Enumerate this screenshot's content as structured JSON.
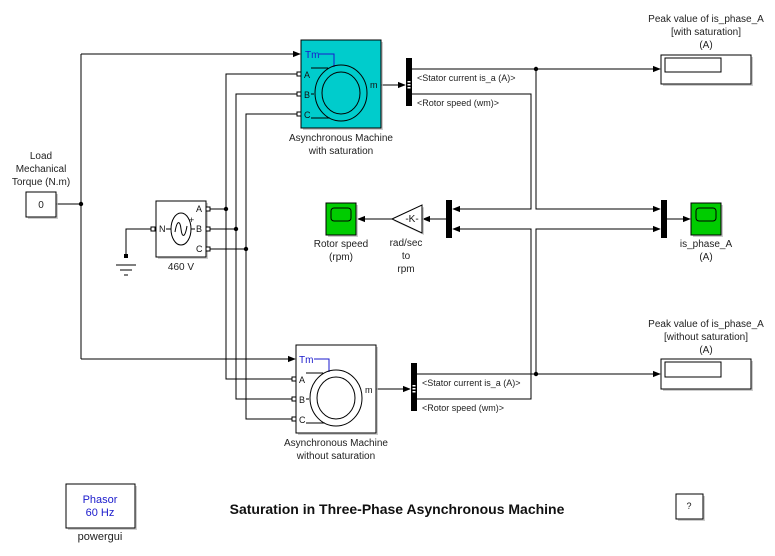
{
  "title": "Saturation in Three-Phase Asynchronous Machine",
  "colors": {
    "machine_with_saturation": "#00cccc",
    "scope": "#00cc00",
    "port_label_blue": "#1a1acc"
  },
  "blocks": {
    "load_torque": {
      "label_lines": [
        "Load",
        "Mechanical",
        "Torque (N.m)"
      ],
      "value": "0"
    },
    "source": {
      "label": "460 V",
      "ports": {
        "n": "N",
        "a": "A",
        "b": "B",
        "c": "C",
        "plus": "+"
      }
    },
    "machine_sat": {
      "label_lines": [
        "Asynchronous Machine",
        "with saturation"
      ],
      "ports": {
        "tm": "Tm",
        "a": "A",
        "b": "B",
        "c": "C",
        "m": "m"
      }
    },
    "machine_nosat": {
      "label_lines": [
        "Asynchronous Machine",
        "without saturation"
      ],
      "ports": {
        "tm": "Tm",
        "a": "A",
        "b": "B",
        "c": "C",
        "m": "m"
      }
    },
    "demux_sat": {
      "signals": [
        "<Stator current is_a (A)>",
        "<Rotor speed (wm)>"
      ]
    },
    "demux_nosat": {
      "signals": [
        "<Stator current is_a (A)>",
        "<Rotor speed (wm)>"
      ]
    },
    "gain": {
      "value": "-K-",
      "label_lines": [
        "rad/sec",
        "to",
        "rpm"
      ]
    },
    "scope_speed": {
      "label_lines": [
        "Rotor speed",
        "(rpm)"
      ]
    },
    "scope_current": {
      "label_lines": [
        "is_phase_A",
        "(A)"
      ]
    },
    "display_sat": {
      "label_lines": [
        "Peak value of is_phase_A",
        "[with saturation]",
        "(A)"
      ]
    },
    "display_nosat": {
      "label_lines": [
        "Peak value of is_phase_A",
        "[without saturation]",
        "(A)"
      ]
    },
    "powergui": {
      "text_lines": [
        "Phasor",
        "60 Hz"
      ],
      "label": "powergui"
    },
    "help": {
      "label": "?"
    }
  }
}
